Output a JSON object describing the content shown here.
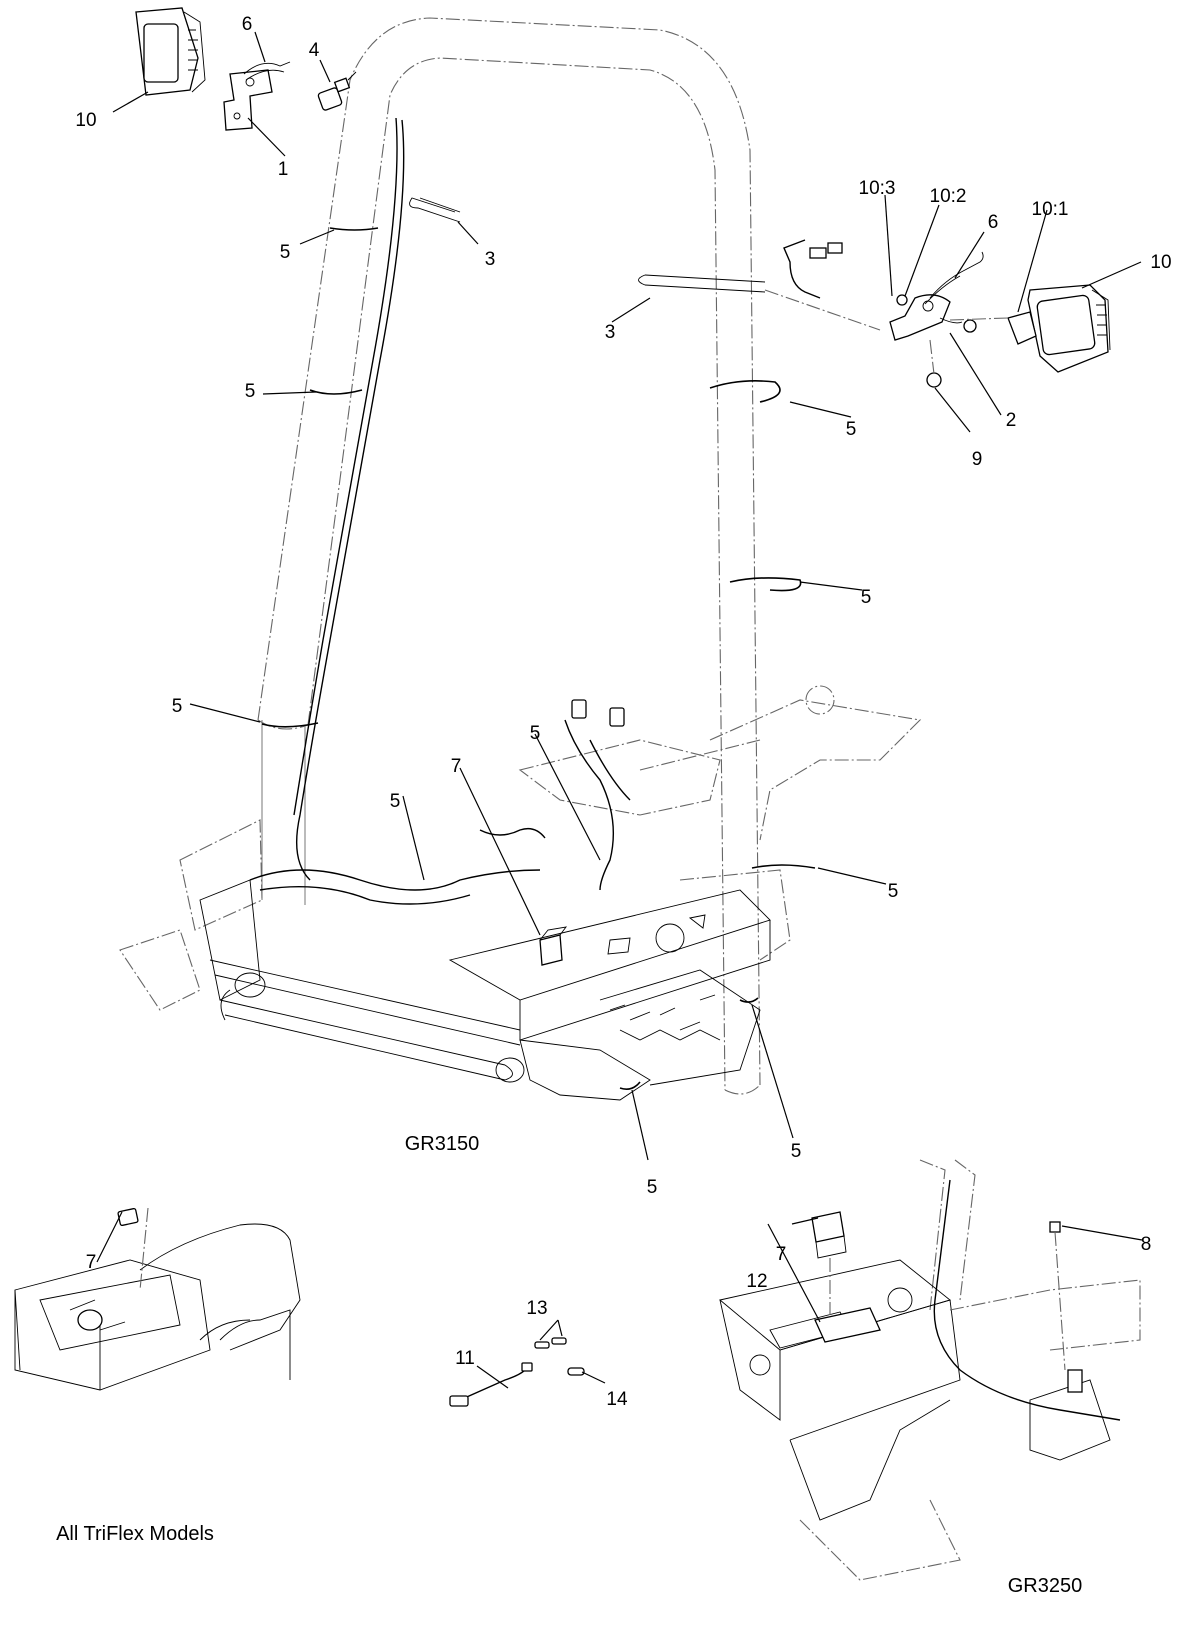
{
  "callouts": [
    {
      "id": "c1",
      "text": "1"
    },
    {
      "id": "c2",
      "text": "2"
    },
    {
      "id": "c3a",
      "text": "3"
    },
    {
      "id": "c3b",
      "text": "3"
    },
    {
      "id": "c4",
      "text": "4"
    },
    {
      "id": "c5a",
      "text": "5"
    },
    {
      "id": "c5b",
      "text": "5"
    },
    {
      "id": "c5c",
      "text": "5"
    },
    {
      "id": "c5d",
      "text": "5"
    },
    {
      "id": "c5e",
      "text": "5"
    },
    {
      "id": "c5f",
      "text": "5"
    },
    {
      "id": "c5g",
      "text": "5"
    },
    {
      "id": "c5h",
      "text": "5"
    },
    {
      "id": "c5i",
      "text": "5"
    },
    {
      "id": "c5j",
      "text": "5"
    },
    {
      "id": "c5k",
      "text": "5"
    },
    {
      "id": "c6a",
      "text": "6"
    },
    {
      "id": "c6b",
      "text": "6"
    },
    {
      "id": "c7a",
      "text": "7"
    },
    {
      "id": "c7b",
      "text": "7"
    },
    {
      "id": "c7c",
      "text": "7"
    },
    {
      "id": "c8",
      "text": "8"
    },
    {
      "id": "c9",
      "text": "9"
    },
    {
      "id": "c10a",
      "text": "10"
    },
    {
      "id": "c10b",
      "text": "10"
    },
    {
      "id": "c101",
      "text": "10:1"
    },
    {
      "id": "c102",
      "text": "10:2"
    },
    {
      "id": "c103",
      "text": "10:3"
    },
    {
      "id": "c11",
      "text": "11"
    },
    {
      "id": "c12",
      "text": "12"
    },
    {
      "id": "c13",
      "text": "13"
    },
    {
      "id": "c14",
      "text": "14"
    }
  ],
  "captions": {
    "gr3150": "GR3150",
    "triflex": "All TriFlex Models",
    "gr3250": "GR3250"
  }
}
